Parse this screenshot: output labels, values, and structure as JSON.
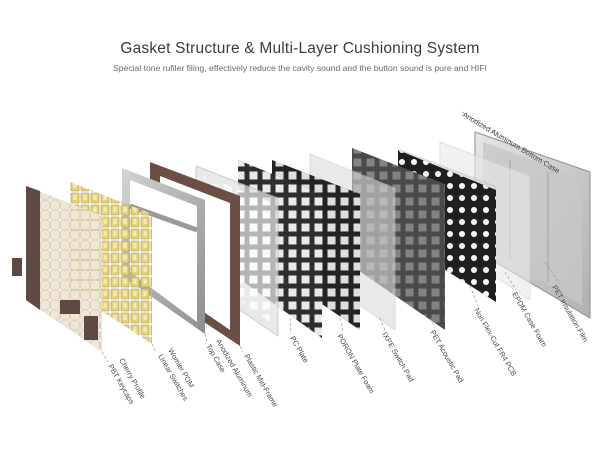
{
  "header": {
    "title": "Gasket Structure & Multi-Layer Cushioning System",
    "subtitle": "Special tone rufiler filing, effectively reduce the cavity sound and the button sound is pure and HIFI"
  },
  "layers": [
    {
      "id": "keycaps",
      "label": "PBT Keycaps",
      "label2": "Cherry Profile"
    },
    {
      "id": "switches",
      "label": "Linear Switches",
      "label2": "Womier POM"
    },
    {
      "id": "top-case",
      "label": "Top Case",
      "label2": "Anodized Aluminum"
    },
    {
      "id": "mid-frame",
      "label": "Plastic Mid-Frame"
    },
    {
      "id": "pc-plate",
      "label": "PC Plate"
    },
    {
      "id": "poron-foam",
      "label": "PORON Plate Foam"
    },
    {
      "id": "ixpe-pad",
      "label": "IXPE Switch Pad"
    },
    {
      "id": "pet-pad",
      "label": "PET Acoustic Pad"
    },
    {
      "id": "pcb",
      "label": "Non Flex-Cut FR4 PCB"
    },
    {
      "id": "epdm-foam",
      "label": "EPDM Case Foam"
    },
    {
      "id": "pet-film",
      "label": "PET Insulation Film"
    },
    {
      "id": "bottom-case",
      "label": "Anodized Aluminum Bottom Case"
    }
  ],
  "colors": {
    "background": "#ffffff",
    "title": "#3b3b3b",
    "label": "#4a4a4a",
    "aluminum": "#9a9a9a",
    "brown_frame": "#6b4f45",
    "dark_plate": "#2a2a2a",
    "keycap_cream": "#efe6d4",
    "keycap_brown": "#5e4a42",
    "switch_yellow": "#d8c46a"
  }
}
